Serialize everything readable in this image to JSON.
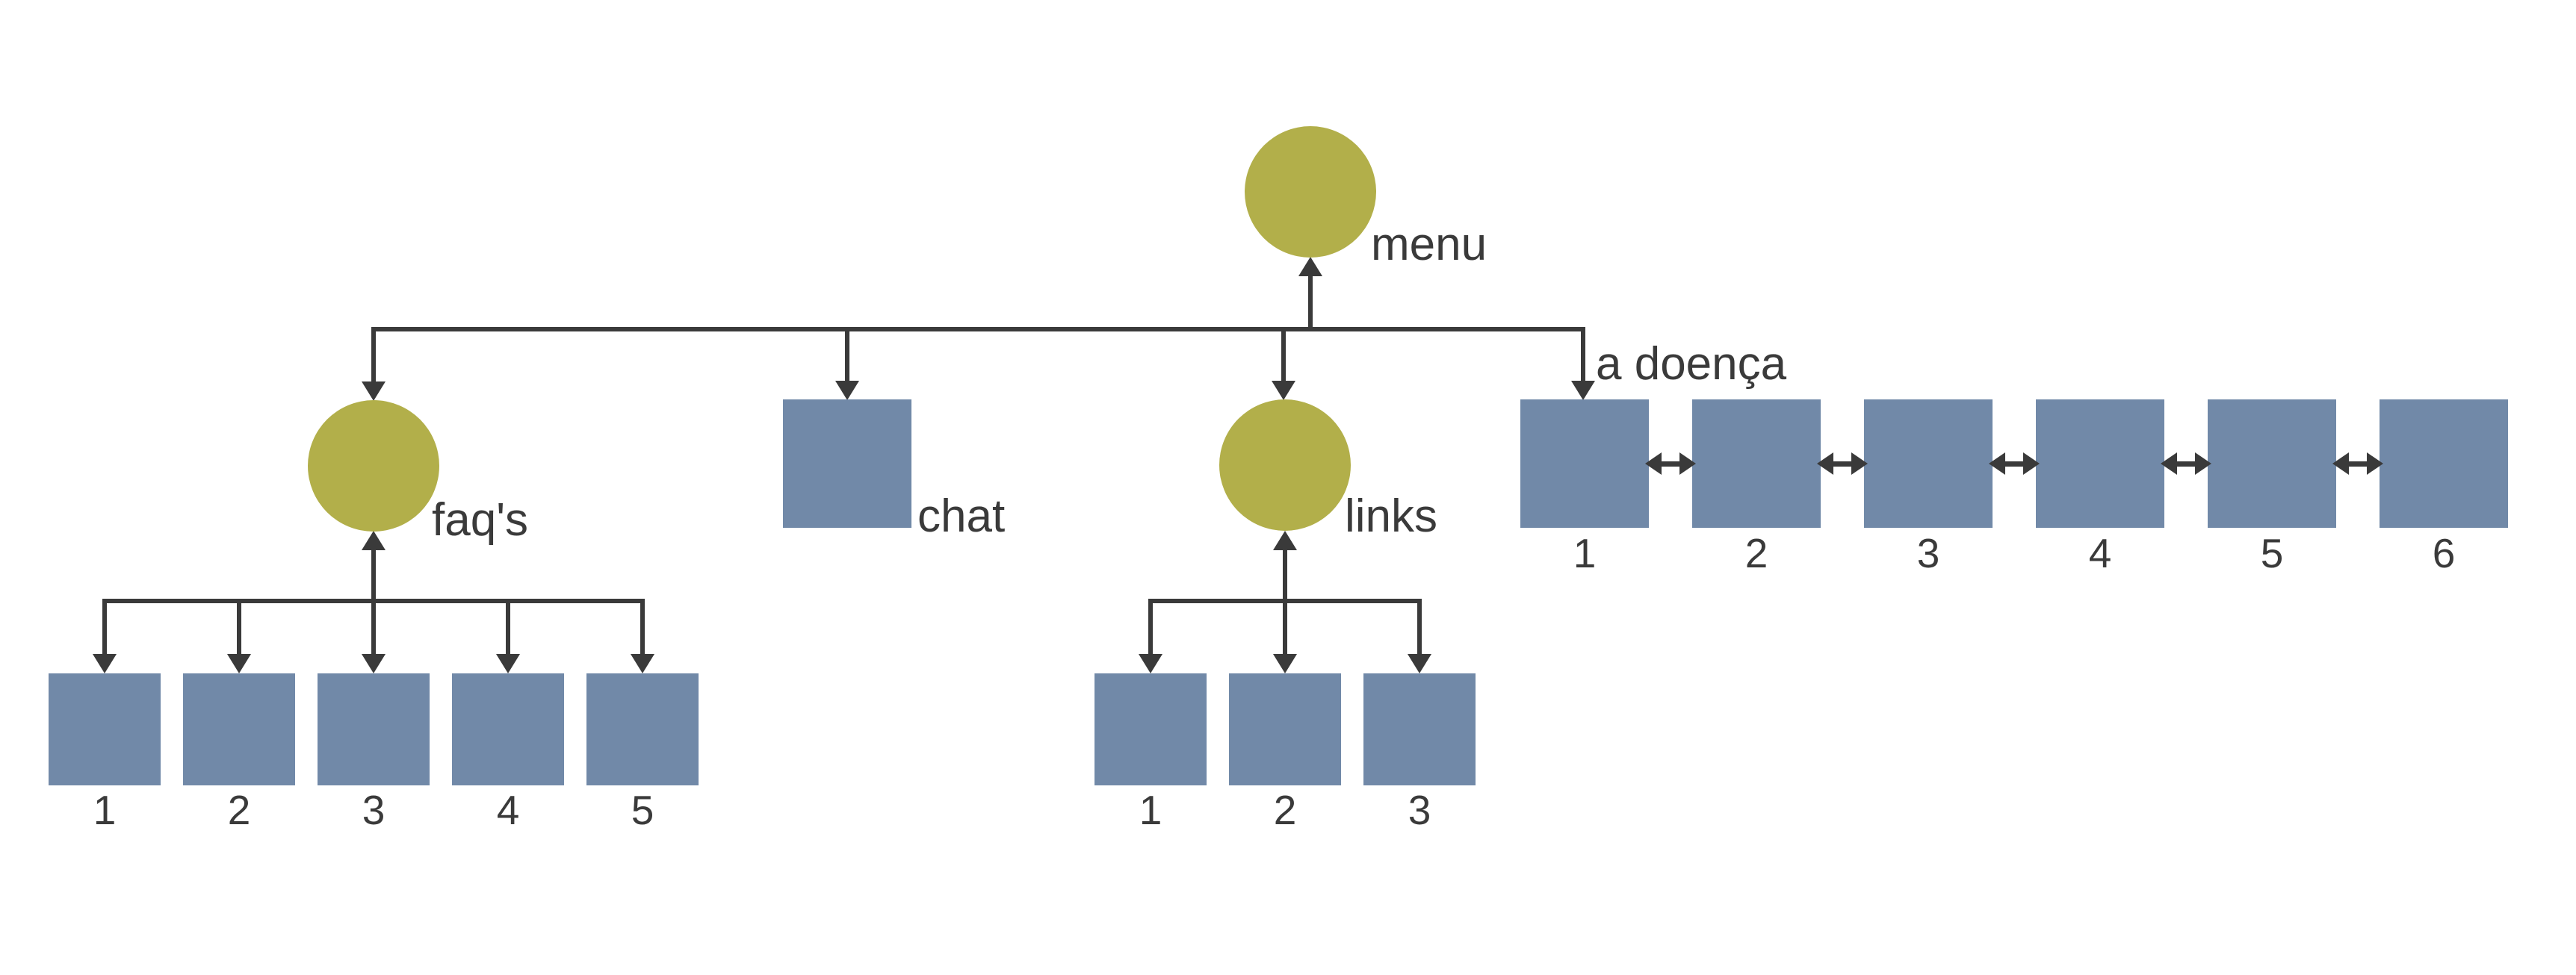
{
  "diagram": {
    "colors": {
      "circle": "#b2af4a",
      "square": "#7189a8",
      "line": "#3a3a3a",
      "text": "#3a3a3a",
      "background": "#ffffff"
    },
    "root": {
      "label": "menu"
    },
    "branches": {
      "faqs": {
        "label": "faq's",
        "children": [
          "1",
          "2",
          "3",
          "4",
          "5"
        ]
      },
      "chat": {
        "label": "chat"
      },
      "links": {
        "label": "links",
        "children": [
          "1",
          "2",
          "3"
        ]
      },
      "doenca": {
        "label": "a doença",
        "children": [
          "1",
          "2",
          "3",
          "4",
          "5",
          "6"
        ]
      }
    }
  }
}
